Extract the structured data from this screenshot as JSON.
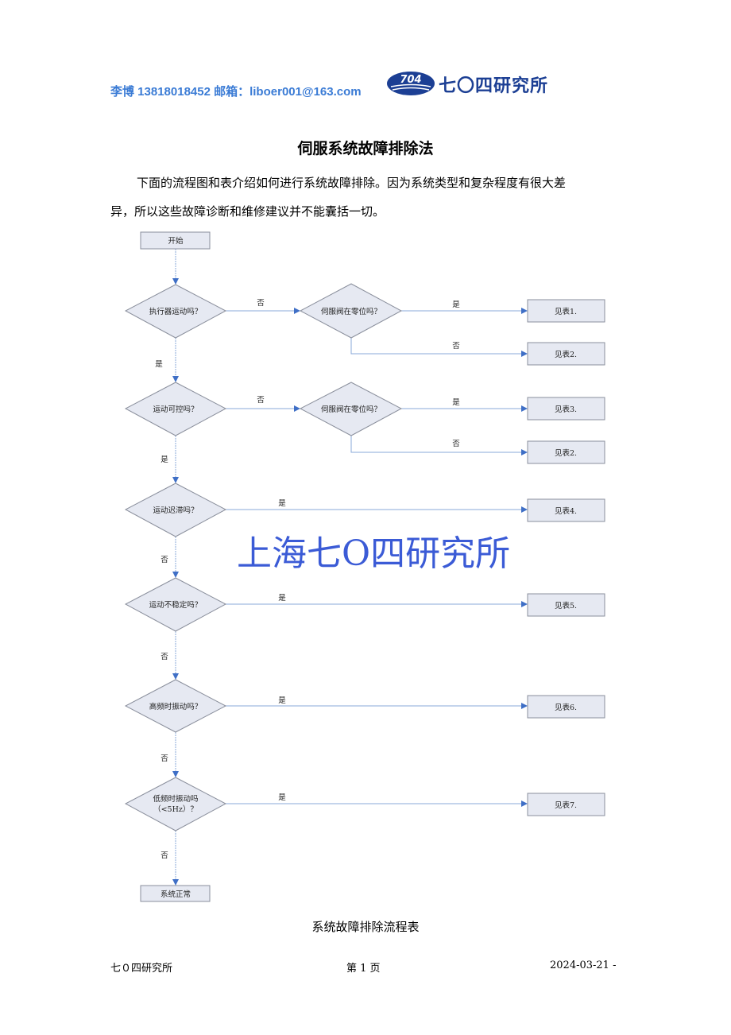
{
  "header": {
    "contact": "李博 13818018452 邮箱：liboer001@163.com",
    "logo_badge": "704",
    "logo_text": "七〇四研究所"
  },
  "title": "伺服系统故障排除法",
  "intro": "下面的流程图和表介绍如何进行系统故障排除。因为系统类型和复杂程度有很大差异，所以这些故障诊断和维修建议并不能囊括一切。",
  "flow": {
    "start": "开始",
    "end": "系统正常",
    "q1": "执行器运动吗？",
    "q1b": "伺服阀在零位吗？",
    "q2": "运动可控吗？",
    "q2b": "伺服阀在零位吗？",
    "q3": "运动迟滞吗？",
    "q4": "运动不稳定吗？",
    "q5": "高频时振动吗？",
    "q6a": "低频时振动吗",
    "q6b": "（<5Hz）？",
    "t1": "见表1.",
    "t2": "见表2.",
    "t3": "见表3.",
    "t2b": "见表2.",
    "t4": "见表4.",
    "t5": "见表5.",
    "t6": "见表6.",
    "t7": "见表7.",
    "yes": "是",
    "no": "否"
  },
  "watermark": "上海七O四研究所",
  "caption": "系统故障排除流程表",
  "footer": {
    "left": "七０四研究所",
    "center": "第 1 页",
    "right": "2024-03-21 -"
  }
}
